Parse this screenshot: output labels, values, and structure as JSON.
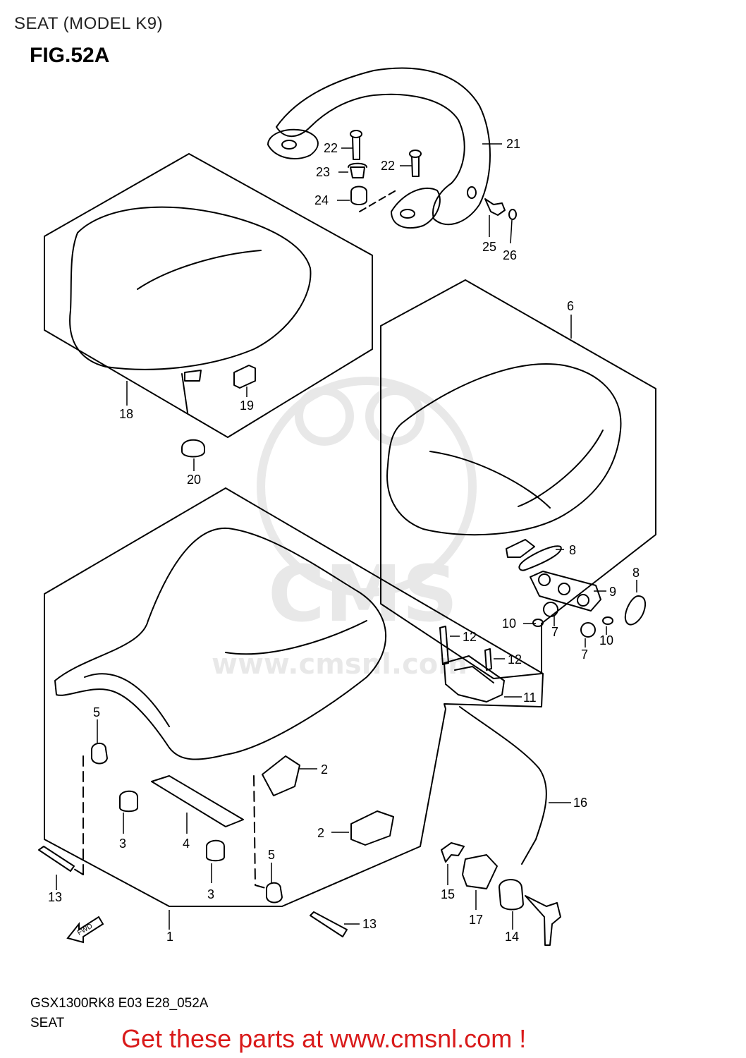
{
  "header": {
    "title": "SEAT (MODEL K9)",
    "figure": "FIG.52A"
  },
  "footer": {
    "model_code": "GSX1300RK8 E03 E28_052A",
    "section": "SEAT"
  },
  "promo": {
    "text": "Get these parts at www.cmsnl.com !",
    "color": "#d91a1a"
  },
  "watermark": {
    "text": "www.cmsnl.com",
    "brand": "CMS"
  },
  "fwd_marker": "FWD",
  "callouts": [
    "1",
    "2",
    "2",
    "3",
    "3",
    "4",
    "5",
    "5",
    "6",
    "7",
    "7",
    "8",
    "8",
    "9",
    "10",
    "10",
    "11",
    "12",
    "12",
    "13",
    "13",
    "14",
    "15",
    "16",
    "17",
    "18",
    "19",
    "20",
    "21",
    "22",
    "22",
    "23",
    "24",
    "25",
    "26"
  ]
}
